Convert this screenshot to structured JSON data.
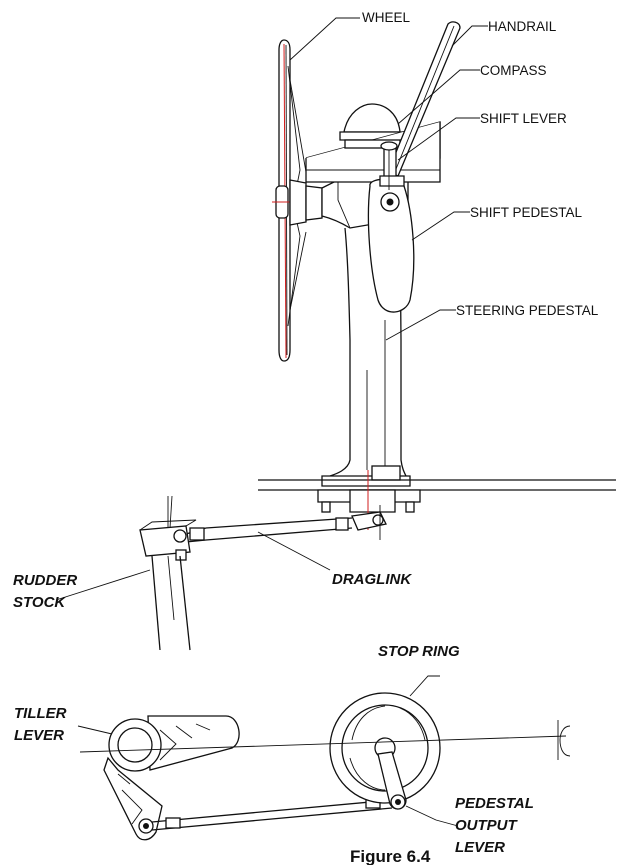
{
  "labels": {
    "wheel": "WHEEL",
    "handrail": "HANDRAIL",
    "compass": "COMPASS",
    "shift_lever": "SHIFT LEVER",
    "shift_pedestal": "SHIFT PEDESTAL",
    "steering_pedestal": "STEERING PEDESTAL",
    "rudder": "RUDDER",
    "stock": "STOCK",
    "draglink": "DRAGLINK",
    "stop_ring": "STOP RING",
    "tiller": "TILLER",
    "lever": "LEVER",
    "pedestal": "PEDESTAL",
    "output": "OUTPUT",
    "output_lever": "LEVER",
    "centerline": "℄"
  },
  "caption": "Figure 6.4",
  "colors": {
    "ink": "#111111",
    "accent": "#d21e1e"
  }
}
